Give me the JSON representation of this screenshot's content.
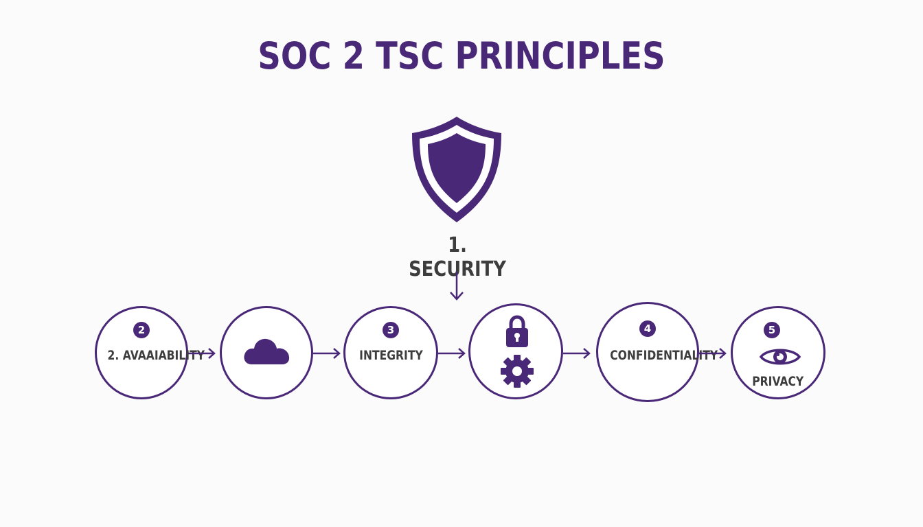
{
  "title": "SOC 2 TSC PRINCIPLES",
  "security": {
    "label": "1. SECURITY",
    "icon": "shield-icon"
  },
  "nodes": [
    {
      "badge": "2",
      "label": "2. AVAAIABILITY"
    },
    {
      "icon": "cloud-icon"
    },
    {
      "badge": "3",
      "label": "INTEGRITY"
    },
    {
      "icon": "lock-gear-icon"
    },
    {
      "badge": "4",
      "label": "CONFIDENTIALITY"
    },
    {
      "badge": "5",
      "label": "PRIVACY",
      "icon": "eye-icon"
    }
  ],
  "colors": {
    "accent": "#4a2878",
    "text": "#3d3d3d",
    "background": "#fbfbfb"
  }
}
